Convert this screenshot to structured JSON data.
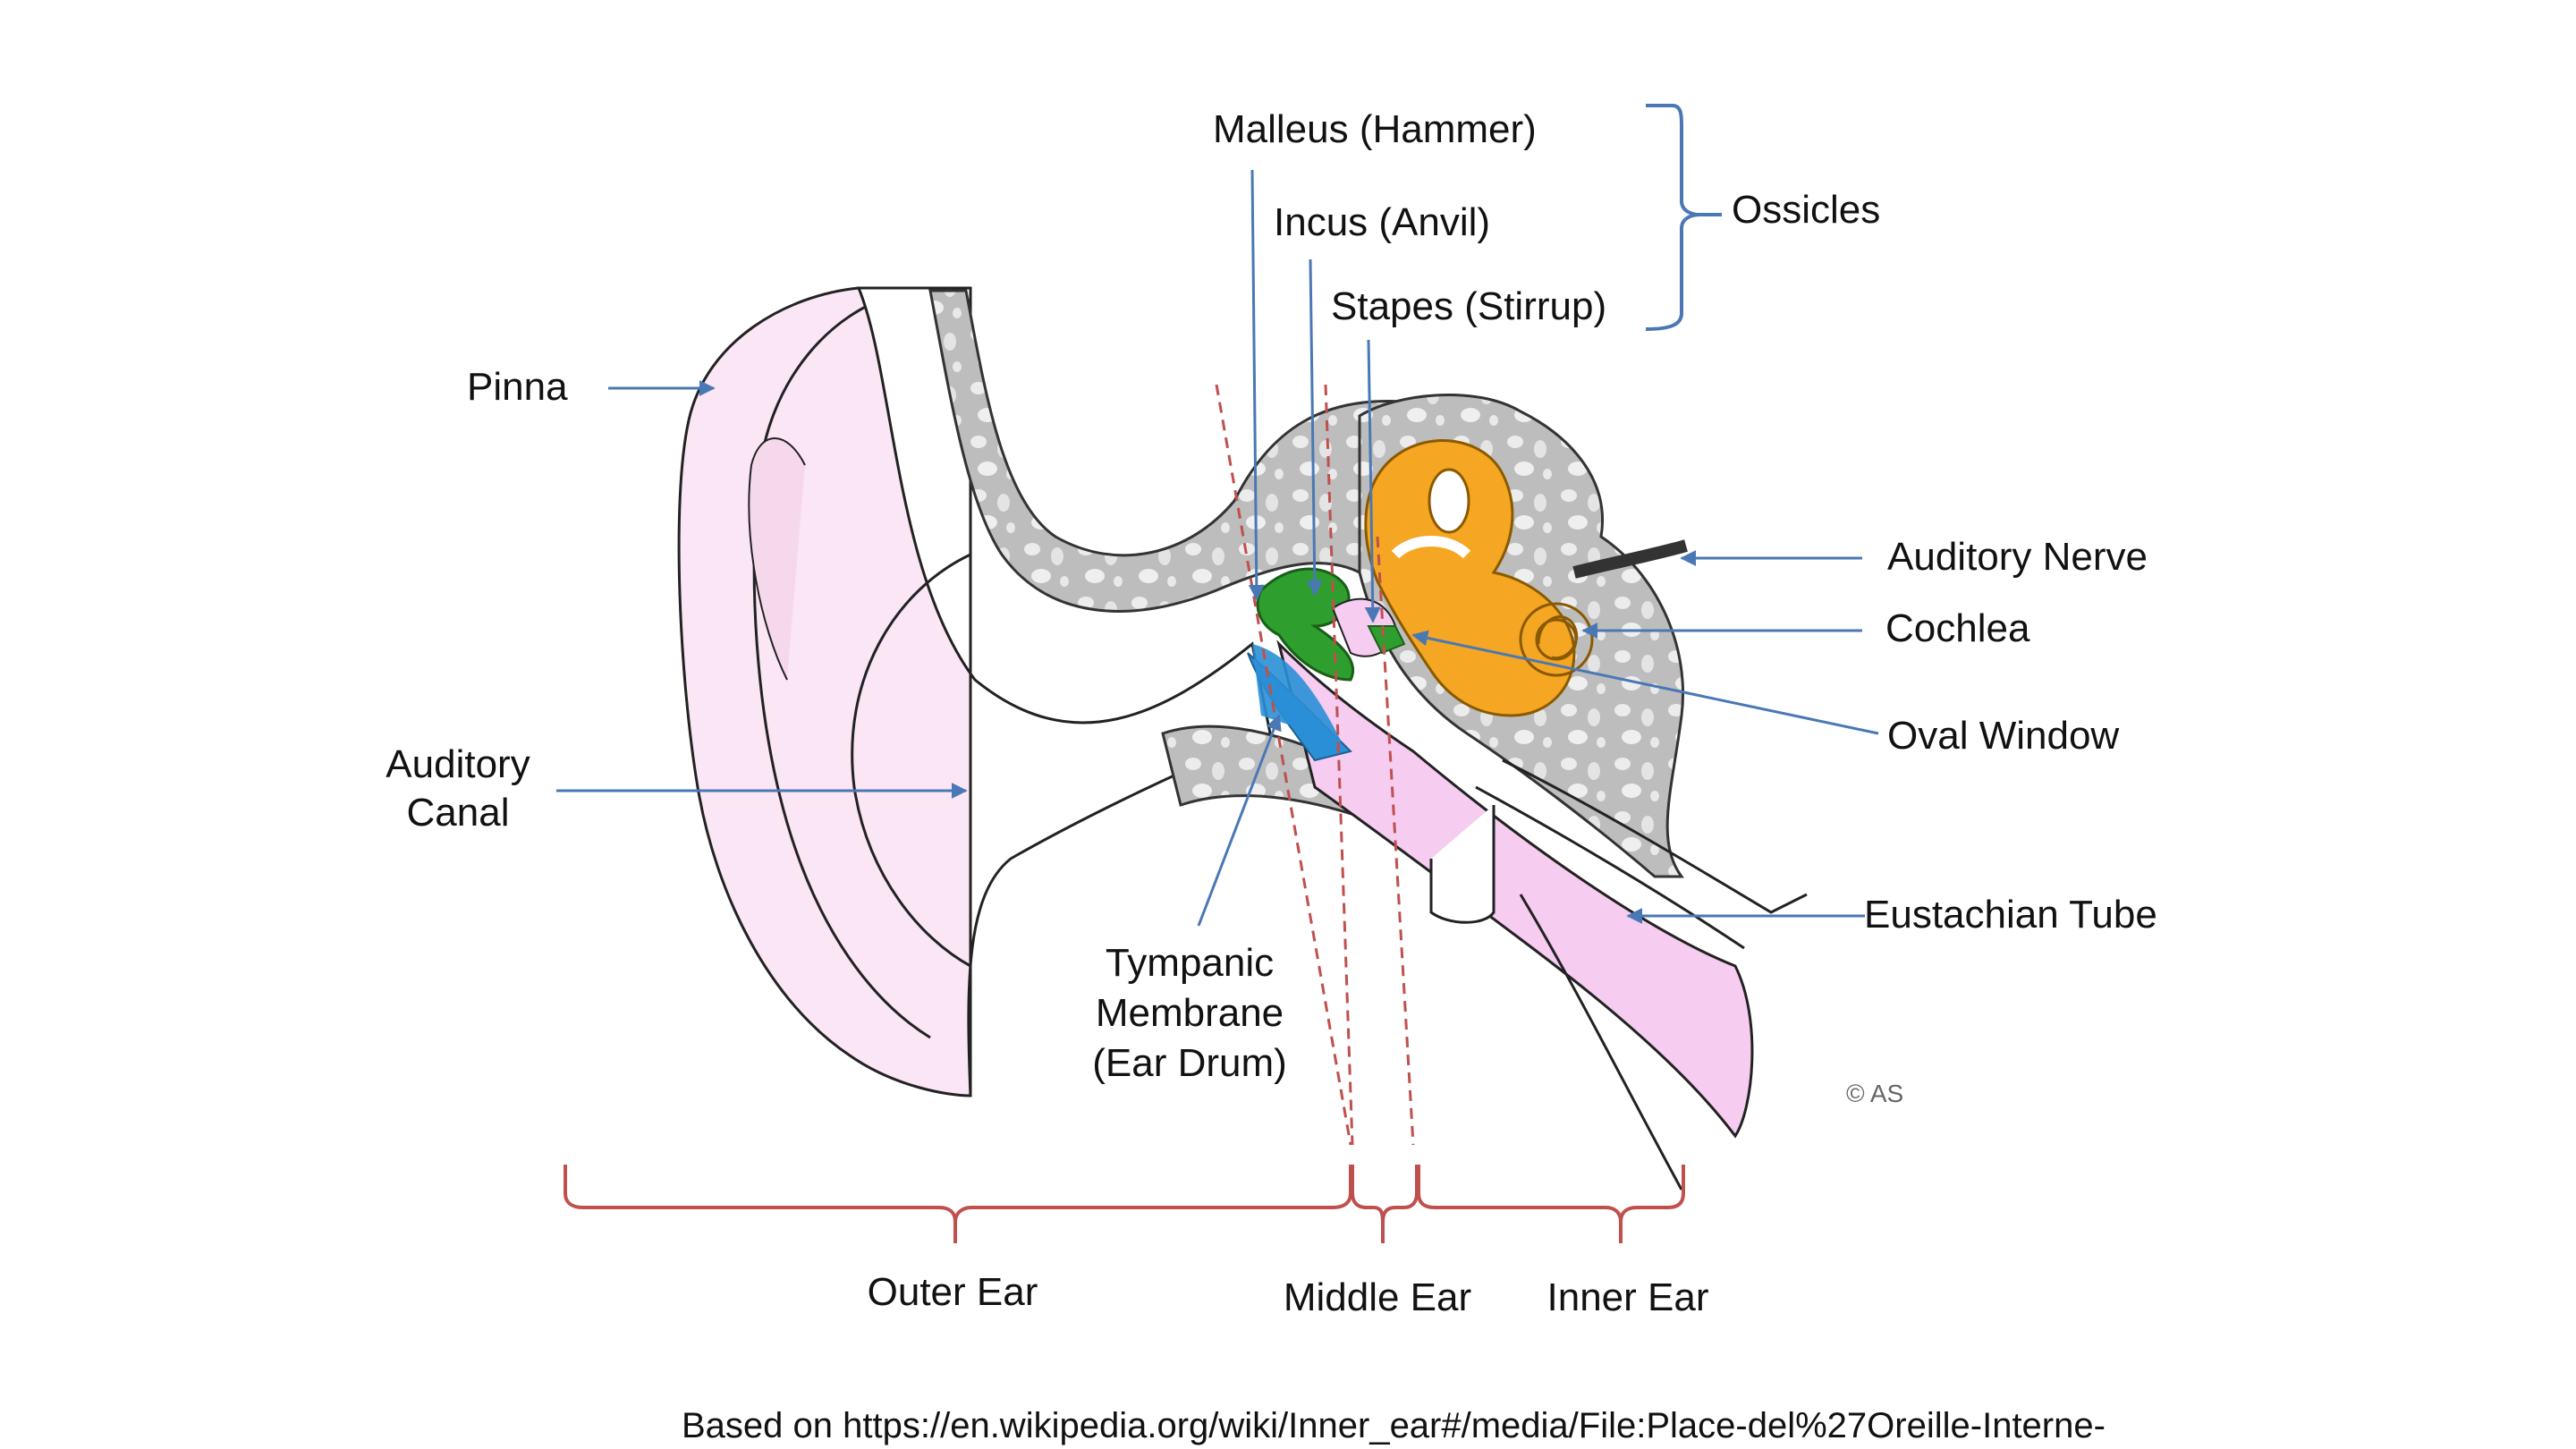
{
  "labels": {
    "malleus": "Malleus (Hammer)",
    "incus": "Incus (Anvil)",
    "stapes": "Stapes (Stirrup)",
    "ossicles": "Ossicles",
    "pinna": "Pinna",
    "auditory_canal_1": "Auditory",
    "auditory_canal_2": "Canal",
    "auditory_nerve": "Auditory Nerve",
    "cochlea": "Cochlea",
    "oval_window": "Oval Window",
    "eustachian_tube": "Eustachian Tube",
    "tympanic_1": "Tympanic",
    "tympanic_2": "Membrane",
    "tympanic_3": "(Ear Drum)",
    "copyright": "© AS"
  },
  "sections": {
    "outer": "Outer Ear",
    "middle": "Middle Ear",
    "inner": "Inner Ear"
  },
  "footer": "Based on https://en.wikipedia.org/wiki/Inner_ear#/media/File:Place-del%27Oreille-Interne-",
  "colors": {
    "skin": "#fbe6f5",
    "bone": "#c8c8c8",
    "cochlea": "#f5a623",
    "ossicle": "#2e9e2e",
    "drum": "#2a8fd6",
    "arrow": "#4a78b5",
    "bracket_red": "#c0504d",
    "bracket_blue": "#4a78b5"
  }
}
